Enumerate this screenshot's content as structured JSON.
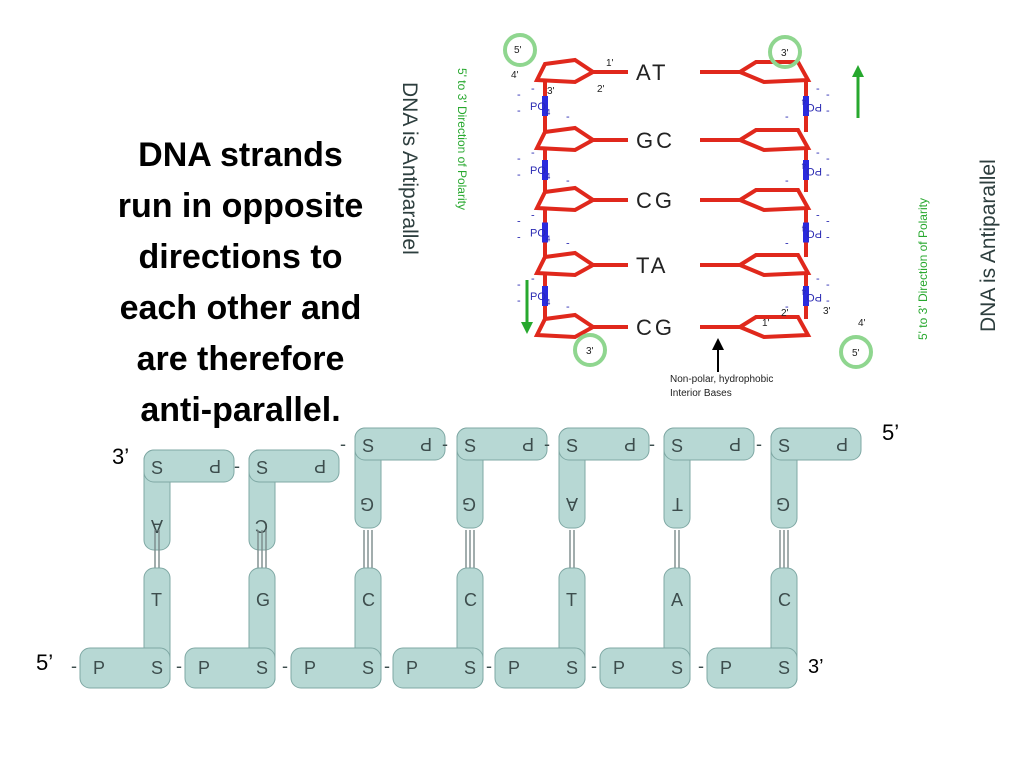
{
  "headline_lines": [
    "DNA strands",
    "run in opposite",
    "directions to",
    "each other and",
    "are therefore",
    "anti-parallel."
  ],
  "top_diagram": {
    "left_title": "DNA is Antiparallel",
    "right_title": "DNA is Antiparallel",
    "left_polarity": "5' to 3' Direction of Polarity",
    "right_polarity": "5' to 3' Direction of Polarity",
    "base_pairs": [
      "AT",
      "GC",
      "CG",
      "TA",
      "CG"
    ],
    "phosphate_label": "PO",
    "phosphate_sub": "4",
    "charge": "-",
    "prime_labels": {
      "p5": "5'",
      "p3": "3'",
      "p4": "4'",
      "p2": "2'",
      "p1": "1'"
    },
    "note_line1": "Non-polar, hydrophobic",
    "note_line2": "Interior Bases",
    "colors": {
      "sugar": "#e0281c",
      "phosphate": "#2b2bdd",
      "circle": "#8fd68f",
      "arrow": "#27a82e"
    }
  },
  "ladder": {
    "top_strand_label_left": "3’",
    "top_strand_label_right": "5’",
    "bottom_strand_label_left": "5’",
    "bottom_strand_label_right": "3’",
    "sugar": "S",
    "phosphate": "P",
    "top_bases": [
      "A",
      "C",
      "G",
      "G",
      "A",
      "T",
      "G"
    ],
    "bottom_bases": [
      "T",
      "G",
      "C",
      "C",
      "T",
      "A",
      "C"
    ],
    "colors": {
      "block_fill": "#b7d8d4",
      "block_stroke": "#7fa8a4"
    }
  }
}
